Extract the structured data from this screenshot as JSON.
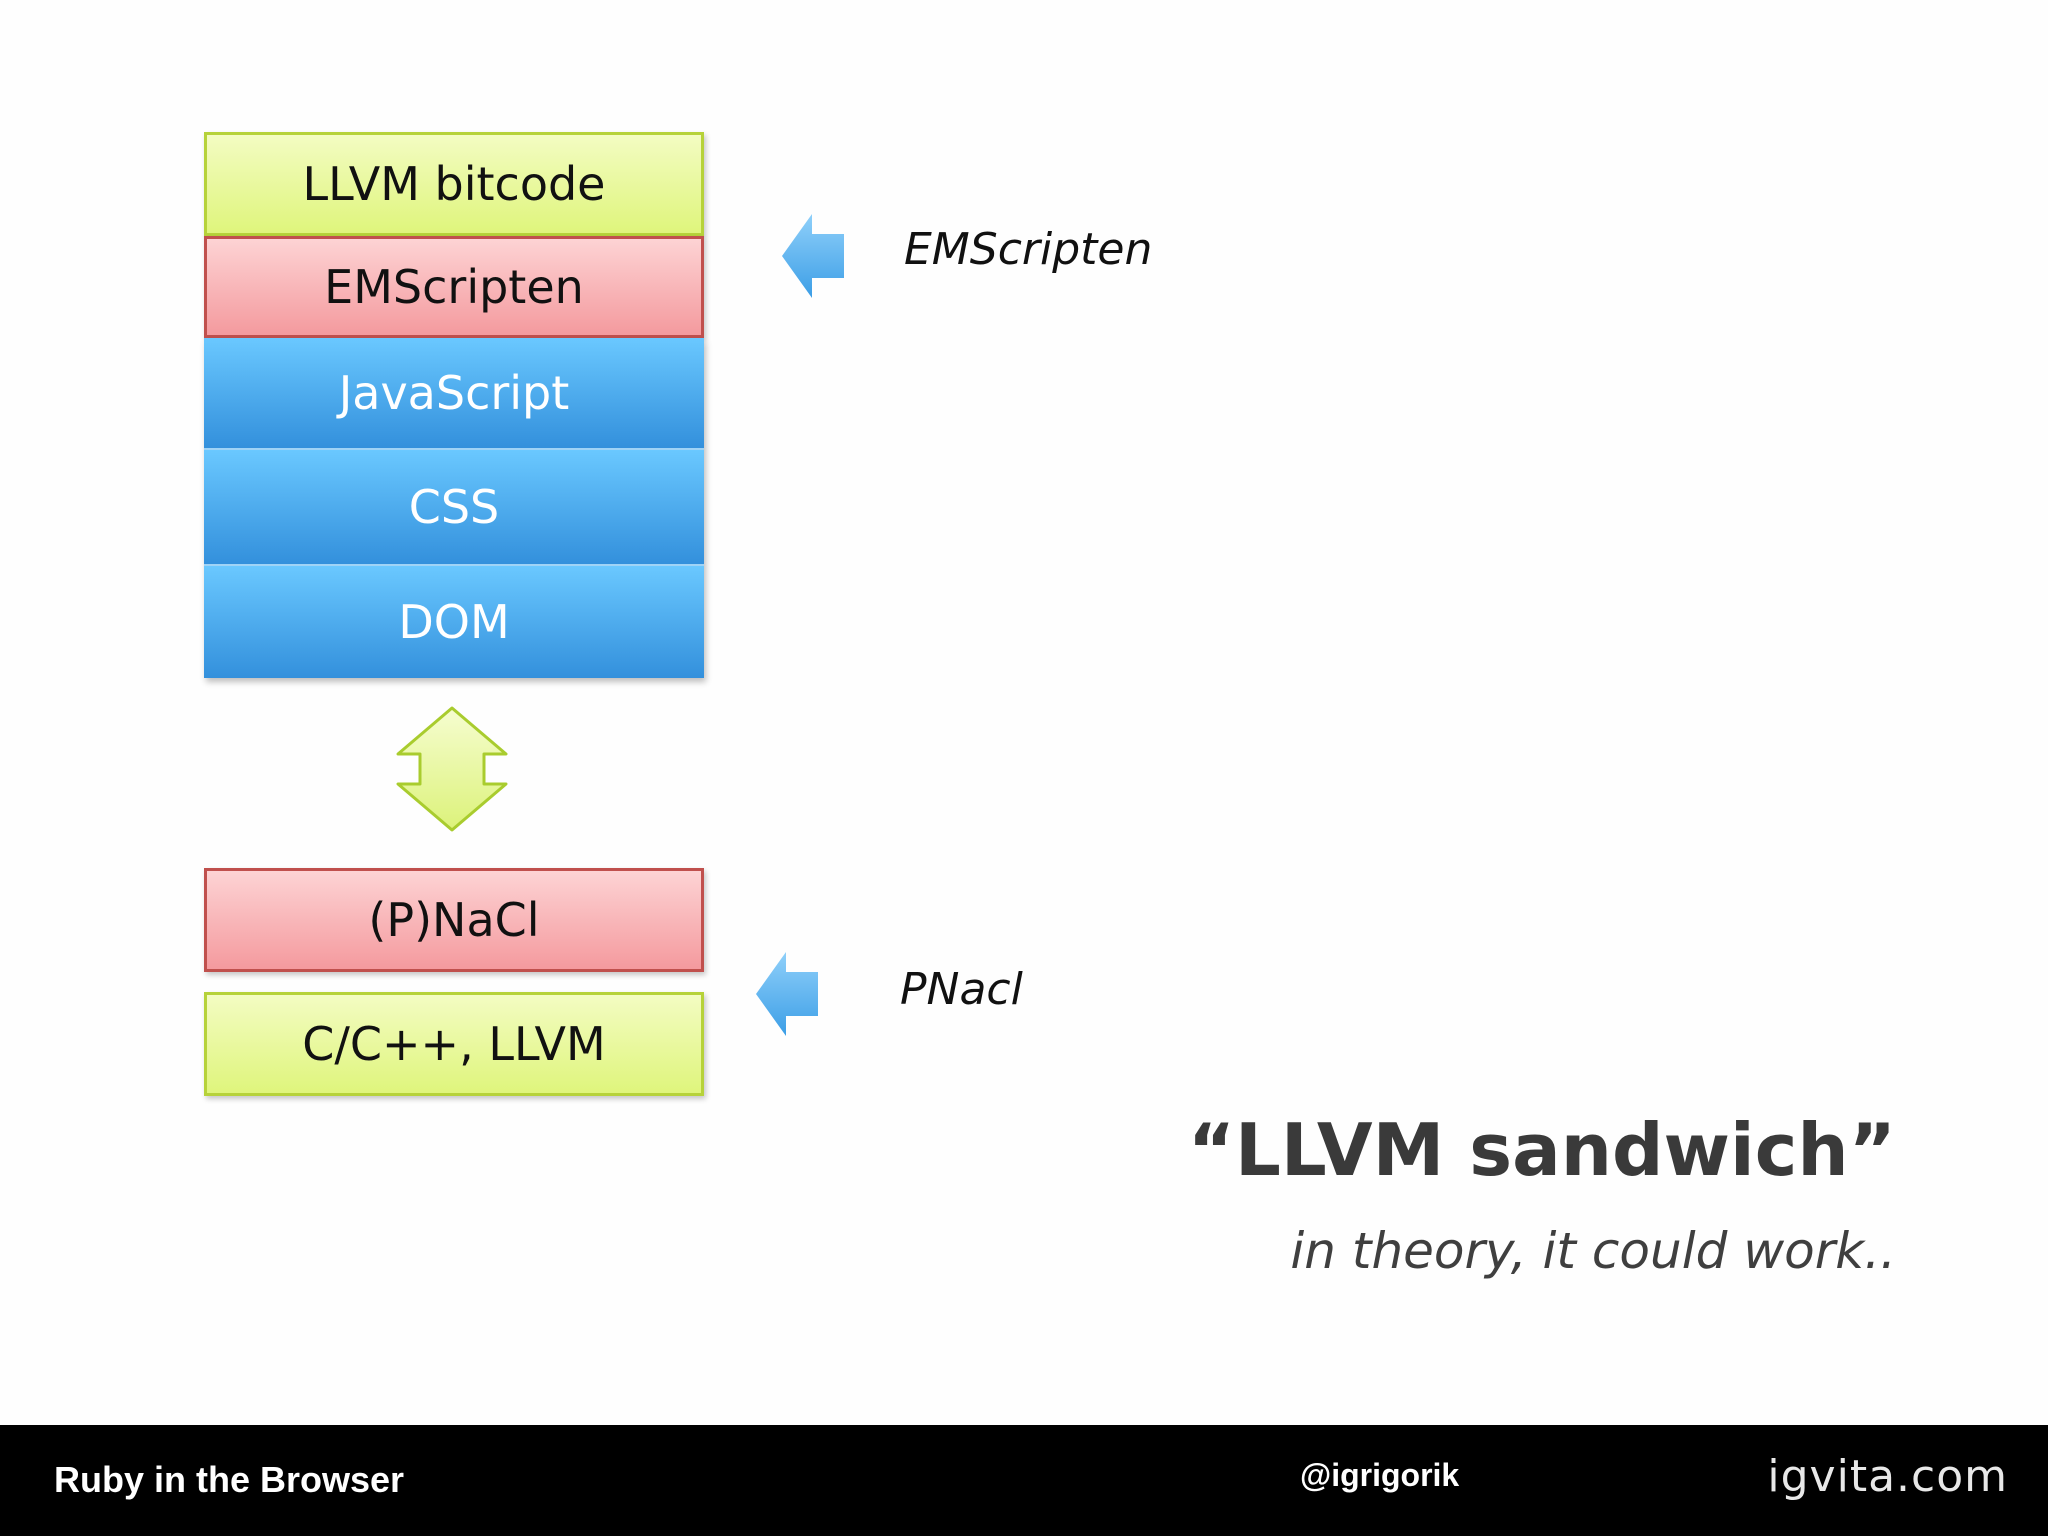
{
  "diagram": {
    "top_stack": {
      "llvm_bitcode": "LLVM bitcode",
      "emscripten": "EMScripten",
      "javascript": "JavaScript",
      "css": "CSS",
      "dom": "DOM"
    },
    "bottom_stack": {
      "pnacl": "(P)NaCl",
      "c_cpp_llvm": "C/C++, LLVM"
    },
    "connector_icon": "double-headed-vertical-arrow",
    "callouts": {
      "emscripten_label": "EMScripten",
      "pnacl_label": "PNacl",
      "arrow_icon": "left-arrow"
    },
    "colors": {
      "green": "#dff57c",
      "red": "#f49a9e",
      "blue": "#3390dc",
      "arrow_blue": "#5bb4ee"
    }
  },
  "headline": {
    "title": "“LLVM sandwich”",
    "subtitle": "in theory, it could work.."
  },
  "footer": {
    "talk_title": "Ruby in the Browser",
    "handle": "@igrigorik",
    "site": "igvita.com"
  }
}
